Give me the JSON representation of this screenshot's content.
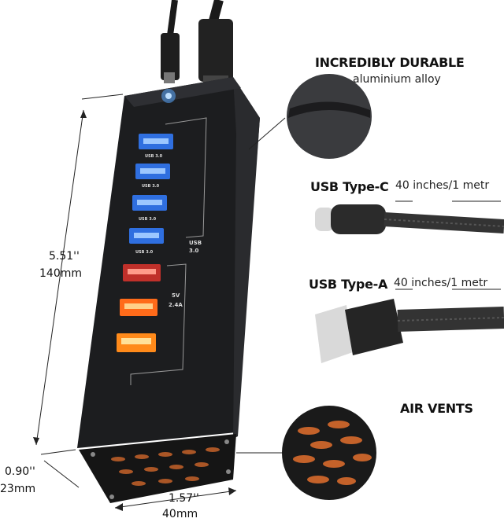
{
  "features": {
    "durable_title": "INCREDIBLY DURABLE",
    "durable_sub": "aluminium alloy",
    "typec_title": "USB Type-C",
    "typec_length": "40 inches/1 metr",
    "typea_title": "USB Type-A",
    "typea_length": "40 inches/1 metr",
    "vents_title": "AIR VENTS"
  },
  "dimensions": {
    "height_in": "5.51''",
    "height_mm": "140mm",
    "depth_in": "0.90''",
    "depth_mm": "23mm",
    "width_in": "1.57''",
    "width_mm": "40mm"
  },
  "hub": {
    "usb3_ports": [
      "USB 3.0",
      "USB 3.0",
      "USB 3.0",
      "USB 3.0"
    ],
    "usb3_group_label": "USB 3.0",
    "charge_label_1": "5V",
    "charge_label_2": "2.4A",
    "colors": {
      "usb3": "#2f6fe0",
      "charge": "#ff8a1a",
      "body": "#1c1d1f"
    }
  }
}
